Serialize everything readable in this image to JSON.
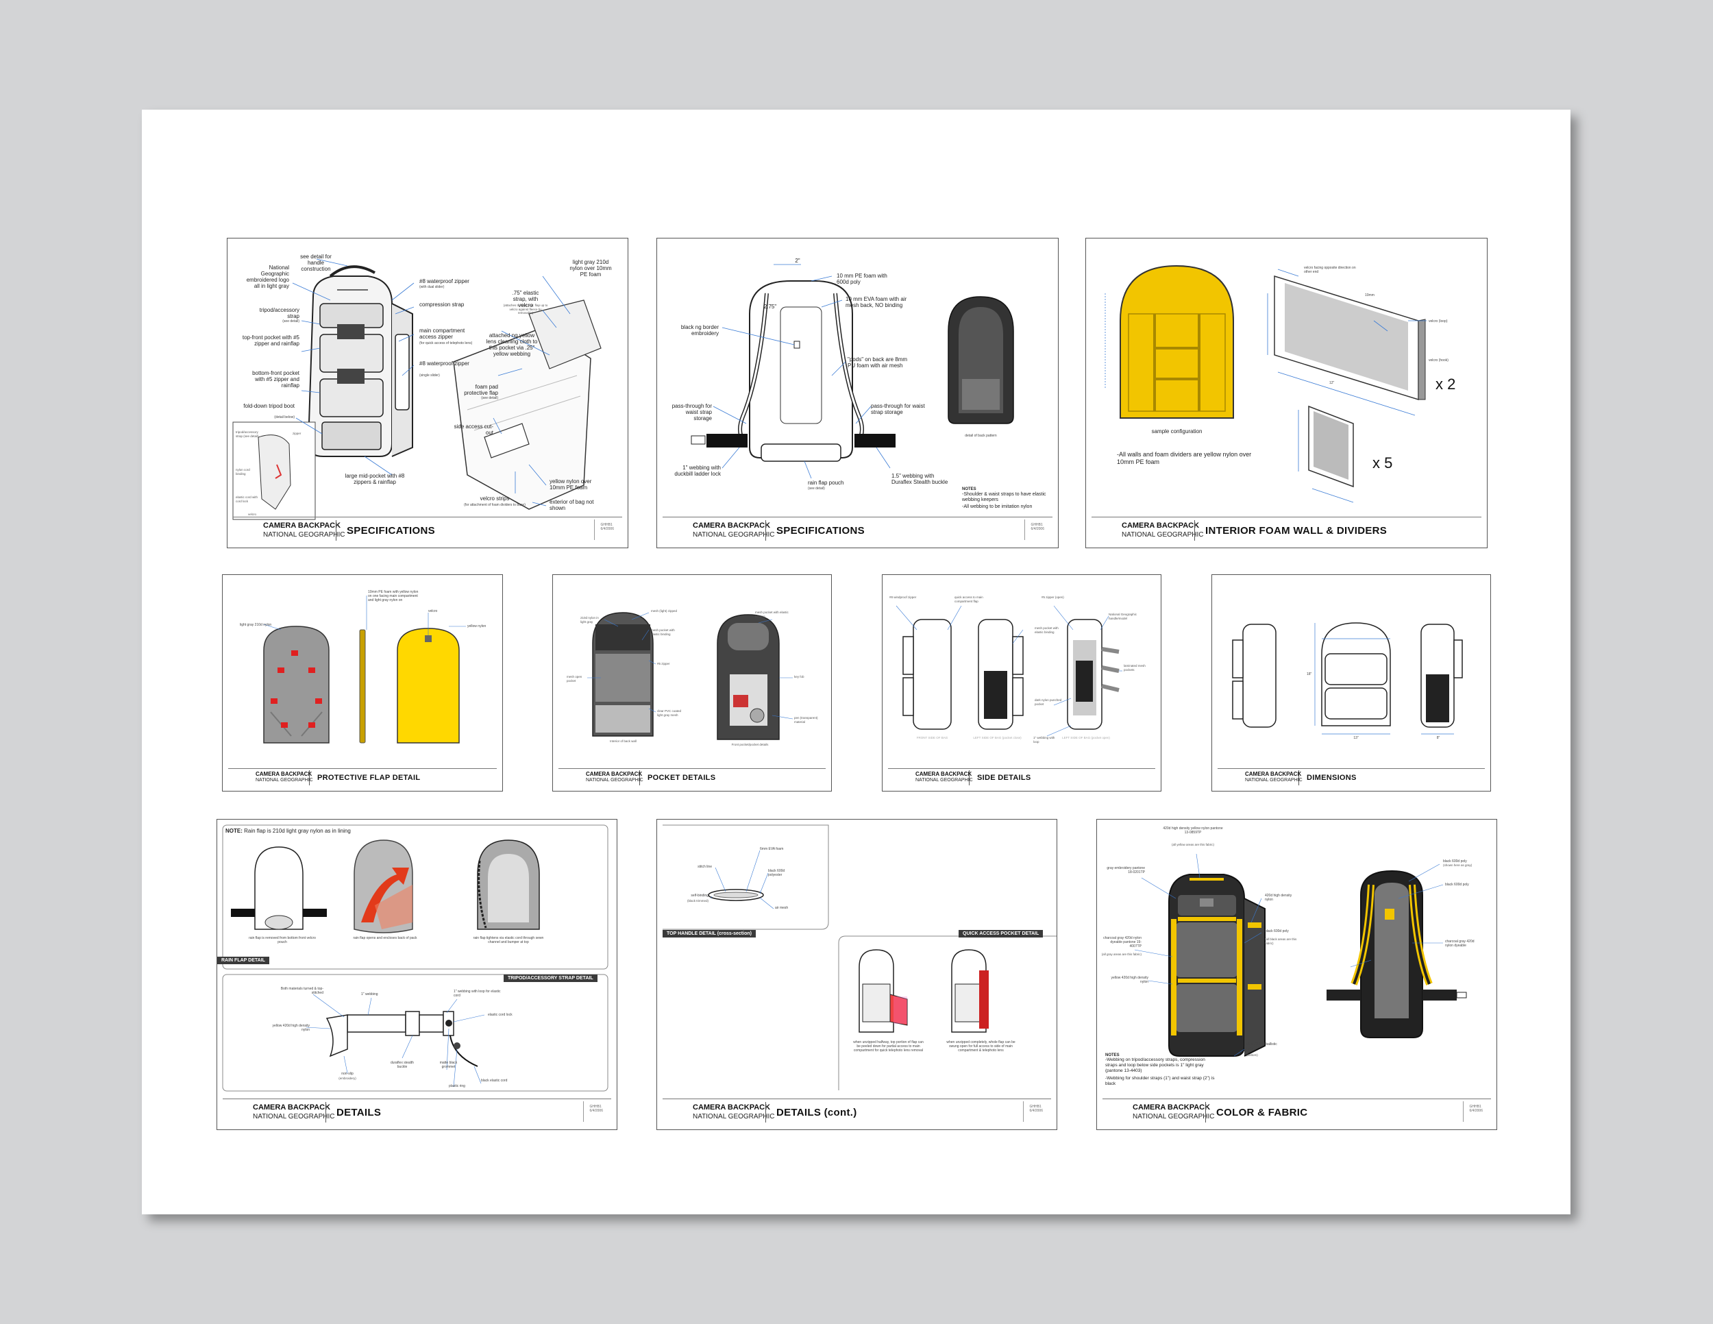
{
  "product": "CAMERA BACKPACK",
  "brand": "NATIONAL GEOGRAPHIC",
  "meta_code": "GHHB1",
  "meta_date": "6/4/2006",
  "sheets": {
    "s1": {
      "title": "SPECIFICATIONS",
      "labels": {
        "handle": "see detail for handle construction",
        "logo": "National Geographic embroidered logo all in light gray",
        "zipper8": "#8 waterproof zipper",
        "zipper8_note": "(with dual slider)",
        "tripod": "tripod/accessory strap",
        "tripod_note": "(see detail)",
        "compression": "compression strap",
        "topfront": "top-front pocket with #5 zipper and rainflap",
        "main_zip": "main compartment access zipper",
        "main_zip_note": "(for quick access of telephoto lens)",
        "zipper8b": "#8 waterproof zipper",
        "zipper8b_note": "(single slider)",
        "bottomfront": "bottom-front pocket with #5 zipper and rainflap",
        "foldtripod": "fold-down tripod boot",
        "foldtripod_note": "(detail below)",
        "midpocket": "large mid-pocket with #8 zippers & rainflap",
        "lightgray": "light gray 210d nylon over 10mm PE foam",
        "elastic": ".75\" elastic strap, with velcro",
        "elastic_note": "(attaches to foam pad; flap up to velcro against fleece by removable)",
        "ngyellow": "attached ng yellow lens cleaning cloth to this pocket via .25\" yellow webbing",
        "foampad": "foam pad protective flap",
        "foampad_note": "(see detail)",
        "sideaccess": "side access cut-out",
        "yellownylon": "yellow nylon over 10mm PE foam",
        "velcrostrip": "velcro strips",
        "velcrostrip_note": "(for attachment of foam dividers to base)",
        "exterior": "exterior of bag not shown",
        "inset_a": "tripod/accessory strap (see detail)",
        "inset_b": "zipper",
        "inset_c": "nylon cord binding",
        "inset_d": "elastic cord with cord lock",
        "inset_e": "velcro"
      }
    },
    "s2": {
      "title": "SPECIFICATIONS",
      "labels": {
        "dim2": "2\"",
        "dim275": "2.75\"",
        "pe10": "10 mm PE foam with 600d poly",
        "eva10": "10 mm EVA foam with air mesh back, NO binding",
        "ngborder": "black ng border embroidery",
        "pods": "\"pods\" on back are 8mm PU foam with air mesh",
        "passwaist": "pass-through for waist strap storage",
        "passwaist2": "pass-through for waist strap storage",
        "webbing1": "1\" webbing with duckbill ladder lock",
        "rainflap": "rain flap pouch",
        "rainflap_note": "(see detail)",
        "webbing15": "1.5\" webbing with Duraflex Stealth buckle",
        "backpattern": "detail of back pattern",
        "notes_h": "NOTES",
        "note1": "-Shoulder & waist straps to have elastic webbing keepers",
        "note2": "-All webbing to be imitation nylon"
      }
    },
    "s3": {
      "title": "INTERIOR FOAM WALL & DIVIDERS",
      "labels": {
        "sample": "sample configuration",
        "velcrodir": "velcro facing opposite direction on other end",
        "velcrodoop": "velcro (loop)",
        "velcrohook": "velcro (hook)",
        "x2": "x 2",
        "x5": "x 5",
        "dim_mm": "10mm",
        "dim12": "12\"",
        "note": "-All walls and foam dividers are yellow nylon over 10mm PE foam"
      }
    },
    "s4": {
      "title": "PROTECTIVE FLAP DETAIL",
      "labels": {
        "lightgray": "light gray 210d nylon",
        "foam10": "10mm PE foam with yellow nylon on one facing main compartment and light gray nylon on",
        "velcro": "velcro",
        "yellow": "yellow nylon"
      }
    },
    "s5": {
      "title": "POCKET DETAILS",
      "labels": {
        "nylon": "210d nylon in light gray",
        "meshlight": "mesh (light) zipped",
        "mesh": "mesh pocket with elastic binding",
        "zipper": "#5 zipper",
        "meshopen": "mesh open pocket",
        "clearpvc": "clear PVC coated light gray mesh",
        "meshpocket": "mesh pocket with elastic binding",
        "keyfob": "key fob",
        "pen": "pen (transparent) material",
        "interior": "Interior of back wall",
        "front": "Front pocket/pocket details"
      }
    },
    "s6": {
      "title": "SIDE DETAILS",
      "labels": {
        "a": "#8 windproof zipper",
        "b": "quick access to main compartment flap",
        "c": "#5 zipper (open)",
        "d": "mesh pocket with elastic binding",
        "e": "National Geographic handle/model",
        "f": "laminated mesh pockets",
        "g": "dark nylon punched pocket",
        "h": "1\" webbing with loop",
        "v1": "FRONT SIDE OF BAG",
        "v2": "LEFT SIDE OF BAG (pocket close)",
        "v3": "LEFT SIDE OF BAG (pocket open)"
      }
    },
    "s7": {
      "title": "DIMENSIONS",
      "labels": {
        "h": "18\"",
        "w": "13\"",
        "d": "8\""
      }
    },
    "s8": {
      "title": "DETAILS",
      "note_b": "NOTE:",
      "note": "Rain flap is 210d light gray nylon as in lining",
      "rain_hdr": "RAIN FLAP DETAIL",
      "tripod_hdr": "TRIPOD/ACCESSORY STRAP DETAIL",
      "labels": {
        "rain1": "rain flap is removed from bottom front velcro pouch",
        "rain2": "rain flap opens and encloses back of pack",
        "rain3": "rain flap tightens via elastic cord through sewn channel and bumper at top",
        "both": "Both materials turned & top-stitched",
        "w1": "1\" webbing",
        "w1loop": "1\" webbing with loop for elastic cord",
        "yellow": "yellow 420d high density nylon",
        "elasticlock": "elastic cord lock",
        "duraflex": "duraflex stealth buckle",
        "grommet": "matte black grommet",
        "nonslip": "non-slip",
        "nonslip_note": "(embroidery)",
        "plastic": "plastic ring",
        "blackcord": "black elastic cord"
      }
    },
    "s9": {
      "title": "DETAILS (cont.)",
      "top_hdr": "TOP HANDLE DETAIL (cross-section)",
      "quick_hdr": "QUICK ACCESS POCKET DETAIL",
      "labels": {
        "eva": "6mm EVA foam",
        "stitch": "stitch line",
        "black600": "black 600d polyester",
        "selfbind": "self-binding",
        "selfbind_note": "(black trimmed)",
        "airmesh": "air mesh",
        "q1": "when unzipped halfway, top portion of flap can be peeled down for partial access to main compartment for quick telephoto lens removal",
        "q2": "when unzipped completely, whole flap can be swung open for full access to side of main compartment & telephoto lens"
      }
    },
    "s10": {
      "title": "COLOR & FABRIC",
      "labels": {
        "a": "420d high density yellow nylon pantone 13-0859TP",
        "a_note": "(all yellow areas are this fabric)",
        "b": "gray embroidery pantone 18-0201TP",
        "c": "420d high density nylon",
        "d": "black 600d poly",
        "d_note": "(all black areas are this fabric)",
        "e": "charcoal gray 420d nylon dyeable pantone 19-4007TP",
        "e_note": "(all gray areas are this fabric)",
        "f": "yellow 420d high density nylon",
        "g": "black 1680d ballistic nylon",
        "g_note": "(bottom)",
        "h": "black 600d poly",
        "h_note": "(shown here as gray)",
        "i": "black 600d poly",
        "j": "charcoal gray 420d nylon dyeable",
        "notes_h": "NOTES",
        "note1": "-Webbing on tripod/accessory straps, compression straps and loop below side pockets is 1\" light gray (pantone 13-4403)",
        "note2": "-Webbing for shoulder straps (1\") and waist strap (2\") is black"
      }
    }
  }
}
